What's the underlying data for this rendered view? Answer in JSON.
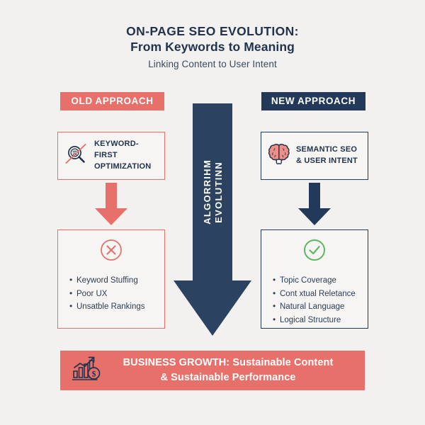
{
  "theme": {
    "background": "#f2f1ef",
    "coral": "#e8706a",
    "navy": "#23395a",
    "green": "#5cb85f",
    "text_dark": "#22344d",
    "card_bg": "#f6f5f3"
  },
  "header": {
    "title_line1": "ON-PAGE SEO EVOLUTION:",
    "title_line2": "From Keywords to Meaning",
    "subtitle": "Linking Content to User Intent"
  },
  "columns": {
    "old": {
      "badge": "OLD APPROACH",
      "top_card": {
        "icon": "crossed-magnifier-icon",
        "label_line1": "KEYWORD-FIRST",
        "label_line2": "OPTIMIZATION"
      },
      "arrow": "down-arrow-coral",
      "list_card": {
        "icon": "circle-x-icon",
        "bullets": [
          "Keyword Stuffing",
          "Poor UX",
          "Unsatble Rankings"
        ]
      }
    },
    "new": {
      "badge": "NEW APPROACH",
      "top_card": {
        "icon": "brain-icon",
        "label_line1": "SEMANTIC SEO",
        "label_line2": "& USER INTENT"
      },
      "arrow": "down-arrow-navy",
      "list_card": {
        "icon": "circle-check-icon",
        "bullets": [
          "Topic Coverage",
          "Cont xtual Reletance",
          "Natural Language",
          "Logical Structure"
        ]
      }
    }
  },
  "center": {
    "word1": "ALGORRIHM",
    "word2": "EVOLUTINN"
  },
  "banner": {
    "icon": "growth-chart-dollar-icon",
    "line1": "BUSINESS GROWTH: Sustainable Content",
    "line2": "& Sustainable Performance"
  }
}
